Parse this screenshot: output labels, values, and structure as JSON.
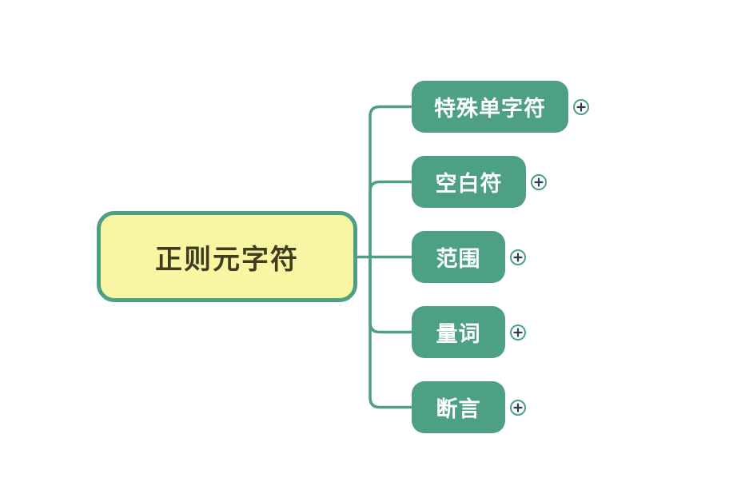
{
  "mindmap": {
    "root": {
      "label": "正则元字符"
    },
    "children": [
      {
        "label": "特殊单字符"
      },
      {
        "label": "空白符"
      },
      {
        "label": "范围"
      },
      {
        "label": "量词"
      },
      {
        "label": "断言"
      }
    ],
    "expand_icon": "plus-circle-icon",
    "colors": {
      "node_green": "#4DA086",
      "root_fill": "#F9F6A3",
      "root_border": "#4DA086",
      "root_text": "#3E3D20",
      "child_text": "#FFFFFF",
      "connector": "#4DA086",
      "plus_sign": "#2B3C55",
      "background": "#FFFFFF"
    }
  }
}
